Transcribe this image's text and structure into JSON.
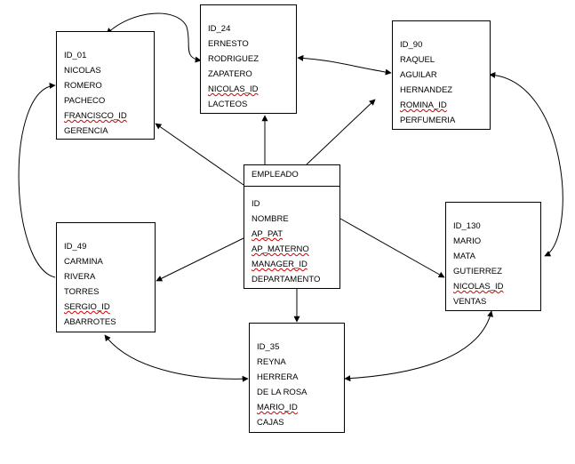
{
  "center": {
    "header": "EMPLEADO",
    "fields": [
      "ID",
      "NOMBRE",
      "AP_PAT",
      "AP_MATERNO",
      "MANAGER_ID",
      "DEPARTAMENTO"
    ]
  },
  "records": {
    "id01": [
      "ID_01",
      "NICOLAS",
      "ROMERO",
      "PACHECO",
      "FRANCISCO_ID",
      "GERENCIA"
    ],
    "id24": [
      "ID_24",
      "ERNESTO",
      "RODRIGUEZ",
      "ZAPATERO",
      "NICOLAS_ID",
      "LACTEOS"
    ],
    "id90": [
      "ID_90",
      "RAQUEL",
      "AGUILAR",
      "HERNANDEZ",
      "ROMINA_ID",
      "PERFUMERIA"
    ],
    "id49": [
      "ID_49",
      "CARMINA",
      "RIVERA",
      "TORRES",
      "SERGIO_ID",
      "ABARROTES"
    ],
    "id130": [
      "ID_130",
      "MARIO",
      "MATA",
      "GUTIERREZ",
      "NICOLAS_ID",
      "VENTAS"
    ],
    "id35": [
      "ID_35",
      "REYNA",
      "HERRERA",
      "DE LA ROSA",
      "MARIO_ID",
      "CAJAS"
    ]
  },
  "colors": {
    "stroke": "#000000",
    "squiggle": "#d00000"
  }
}
